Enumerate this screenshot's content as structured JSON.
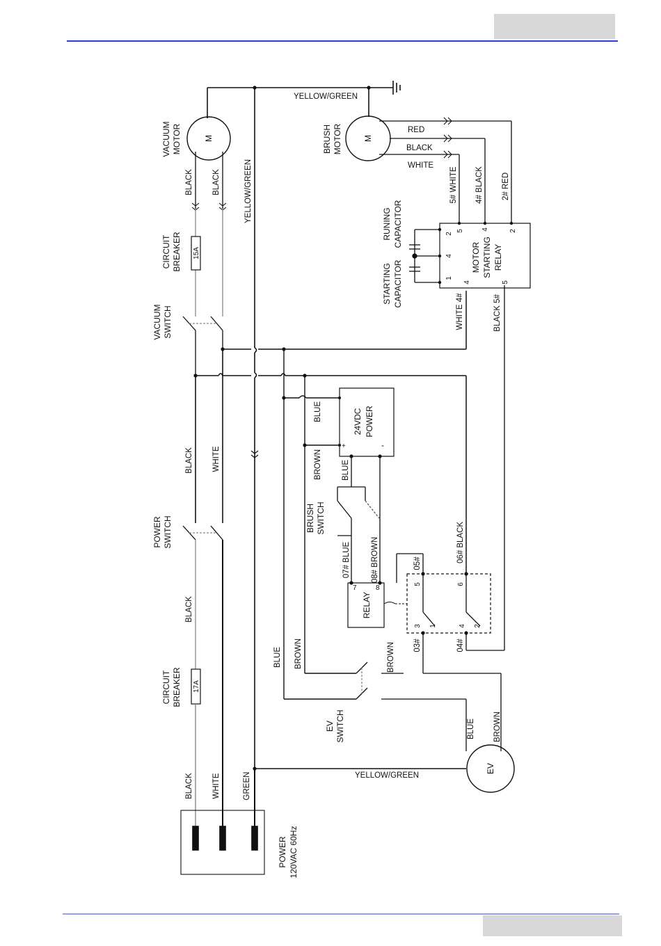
{
  "header": {
    "rule_color": "#2b3fd6",
    "tab_color": "#d8d8d8"
  },
  "footer": {
    "rule_color": "#2b3fd6",
    "tab_color": "#d8d8d8"
  },
  "diagram": {
    "components": {
      "vacuum_motor": {
        "label_1": "VACUUM",
        "label_2": "MOTOR",
        "symbol": "M"
      },
      "brush_motor": {
        "label_1": "BRUSH",
        "label_2": "MOTOR",
        "symbol": "M"
      },
      "breaker_15a": {
        "label_1": "CIRCUIT",
        "label_2": "BREAKER",
        "rating": "15A"
      },
      "breaker_17a": {
        "label_1": "CIRCUIT",
        "label_2": "BREAKER",
        "rating": "17A"
      },
      "vacuum_switch": {
        "label_1": "VACUUM",
        "label_2": "SWITCH"
      },
      "power_switch": {
        "label_1": "POWER",
        "label_2": "SWITCH"
      },
      "brush_switch": {
        "label_1": "BRUSH",
        "label_2": "SWITCH"
      },
      "ev_switch": {
        "label_1": "EV",
        "label_2": "SWITCH"
      },
      "power_supply": {
        "label_1": "24VDC",
        "label_2": "POWER",
        "plus": "+",
        "minus": "-"
      },
      "relay": {
        "label": "RELAY",
        "pin7": "7",
        "pin8": "8"
      },
      "ev": {
        "label": "EV"
      },
      "mains": {
        "label_1": "POWER",
        "label_2": "120VAC 60Hz"
      },
      "motor_relay": {
        "label_1": "MOTOR",
        "label_2": "STARTING",
        "label_3": "RELAY",
        "pin1": "1",
        "pin4": "4",
        "pin2": "2",
        "pin5": "5",
        "pin2b": "2",
        "pin4b": "4",
        "pin4c": "4",
        "pin5b": "5"
      },
      "capacitors": {
        "starting_1": "STARTING",
        "starting_2": "CAPACITOR",
        "running_1": "RUNING",
        "running_2": "CAPACITOR"
      },
      "contact_block": {
        "p5": "5",
        "p6": "6",
        "p3": "3",
        "p1": "1",
        "p4": "4",
        "p2": "2"
      }
    },
    "wire_labels": {
      "yellow_green_top": "YELLOW/GREEN",
      "yellow_green_vertical": "YELLOW/GREEN",
      "yellow_green_bottom": "YELLOW/GREEN",
      "red": "RED",
      "black_brush": "BLACK",
      "white_brush": "WHITE",
      "w5_white": "5# WHITE",
      "w4_black": "4# BLACK",
      "w2_red": "2# RED",
      "white_4": "WHITE 4#",
      "black_5": "BLACK 5#",
      "vac_black_1": "BLACK",
      "vac_black_2": "BLACK",
      "black_mid": "BLACK",
      "white_mid": "WHITE",
      "black_low": "BLACK",
      "black_bottom": "BLACK",
      "white_bottom": "WHITE",
      "green_bottom": "GREEN",
      "blue_ps": "BLUE",
      "brown_ps": "BROWN",
      "blue_ps2": "BLUE",
      "w07_blue": "07# BLUE",
      "w08_brown": "08# BROWN",
      "w05": "05#",
      "w06_black": "06#  BLACK",
      "w03": "03#",
      "w04": "04#",
      "blue_left": "BLUE",
      "brown_left": "BROWN",
      "brown_right": "BROWN",
      "ev_blue": "BLUE",
      "ev_brown": "BROWN"
    }
  }
}
